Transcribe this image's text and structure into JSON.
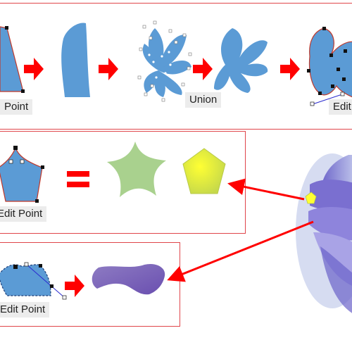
{
  "labels": {
    "edit_point_1": "Point",
    "union": "Union",
    "edit_point_2": "Edit",
    "edit_point_3": "Edit Point",
    "edit_point_4": "Edit Point"
  },
  "equals_sign": "=",
  "colors": {
    "frame": "#e0454a",
    "arrow": "#ff0000",
    "shape_blue": "#5b9bd5",
    "shape_green": "#a9d18e",
    "shape_yellow": "#ffff33",
    "shape_purple": "#8064a2",
    "label_bg": "#ececec"
  }
}
